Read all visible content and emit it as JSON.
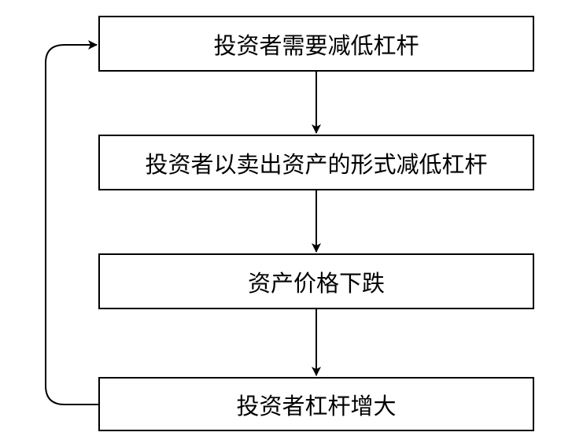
{
  "diagram": {
    "steps": [
      {
        "label": "投资者需要减低杠杆"
      },
      {
        "label": "投资者以卖出资产的形式减低杠杆"
      },
      {
        "label": "资产价格下跌"
      },
      {
        "label": "投资者杠杆增大"
      }
    ],
    "colors": {
      "stroke": "#000000",
      "background": "#ffffff",
      "text": "#000000"
    }
  }
}
